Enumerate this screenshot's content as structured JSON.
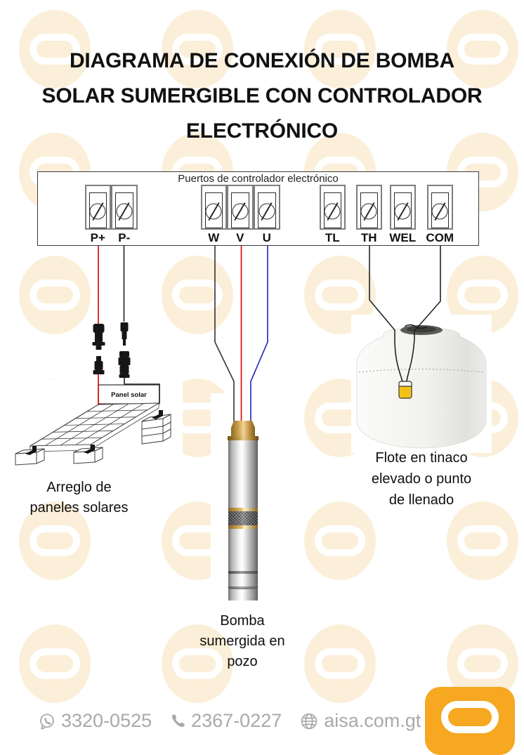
{
  "title": {
    "lines": [
      "DIAGRAMA DE CONEXIÓN DE BOMBA",
      "SOLAR SUMERGIBLE CON CONTROLADOR",
      "ELECTRÓNICO"
    ]
  },
  "controller": {
    "label": "Puertos de controlador electrónico",
    "ports": [
      "P+",
      "P-",
      "W",
      "V",
      "U",
      "TL",
      "TH",
      "WEL",
      "COM"
    ]
  },
  "diagram": {
    "panel_label": "Panel solar",
    "captions": {
      "solar": [
        "Arreglo de",
        "paneles solares"
      ],
      "pump": [
        "Bomba",
        "sumergida en",
        "pozo"
      ],
      "tank": [
        "Flote en tinaco",
        "elevado o punto",
        "de llenado"
      ]
    },
    "wire_colors": {
      "p_plus": "#d40000",
      "p_minus": "#222222",
      "w": "#333333",
      "v": "#d40000",
      "u": "#2323bb",
      "th": "#222222",
      "com": "#222222"
    }
  },
  "footer": {
    "whatsapp_number": "3320-0525",
    "phone_number": "2367-0227",
    "website": "aisa.com.gt"
  },
  "branding": {
    "logo_color": "#F6A821",
    "watermark_color": "#FBEFD9",
    "float_color": "#F3C21A",
    "footer_text_color": "#A9A9A9"
  }
}
